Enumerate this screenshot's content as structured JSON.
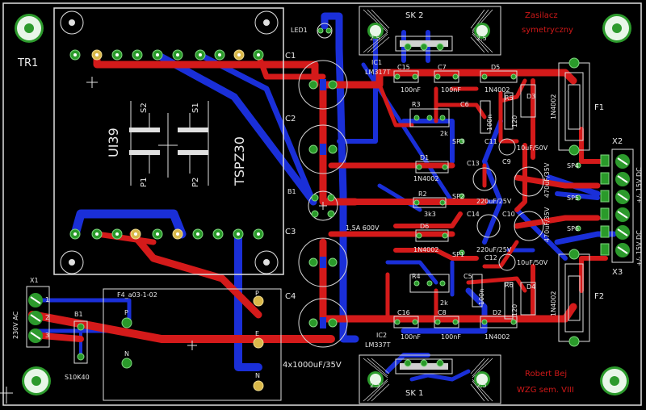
{
  "title": {
    "line1": "Zasilacz",
    "line2": "symetryczny"
  },
  "author": {
    "line1": "Robert Bej",
    "line2": "WZG sem. VIII"
  },
  "transformer": {
    "designator": "TR1",
    "core": "UI39",
    "model": "TSPZ30",
    "s1": "S1",
    "s2": "S2",
    "p1": "P1",
    "p2": "P2"
  },
  "heatsinks": {
    "top": "SK 2",
    "bottom": "SK 1",
    "hole": "2.5"
  },
  "led": "LED1",
  "capacitors_big": {
    "c1": "C1",
    "c2": "C2",
    "c3": "C3",
    "c4": "C4",
    "value": "4x1000uF/35V"
  },
  "bridge": {
    "designator": "B1",
    "value": "1,5A 600V"
  },
  "regulators": {
    "ic1": "IC1",
    "ic1_model": "LM317T",
    "ic2": "IC2",
    "ic2_model": "LM337T"
  },
  "small_parts": {
    "c15": "C15",
    "c7": "C7",
    "c16": "C16",
    "c8": "C8",
    "d5": "D5",
    "d2": "D2",
    "v100nf": "100nF",
    "v1n4002": "1N4002",
    "r3": "R3",
    "r4": "R4",
    "v2k": "2k",
    "c6": "C6",
    "c5": "C5",
    "v100n": "100n",
    "r5": "R5",
    "r6": "R6",
    "v120": "120",
    "d3": "D3",
    "d4": "D4",
    "c11": "C11",
    "c12": "C12",
    "v10uf": "10uF/50V",
    "c13": "C13",
    "c14": "C14",
    "v220uf": "220uF/25V",
    "c9": "C9",
    "c10": "C10",
    "v470uf": "470uF/35V",
    "d1": "D1",
    "d6": "D6",
    "r2": "R2",
    "v3k3": "3k3",
    "sp1": "SP1",
    "sp2": "SP2",
    "sp3": "SP3",
    "sp4": "SP4",
    "sp5": "SP5",
    "sp6": "SP6"
  },
  "fuses": {
    "f1": "F1",
    "f2": "F2"
  },
  "connectors": {
    "x1": "X1",
    "x1_label": "230V AC",
    "x2": "X2",
    "x3": "X3",
    "out_pos": "+/- 15V DC",
    "out_neg": "+/- 15V DC",
    "pin1": "1",
    "pin2": "2",
    "pin3": "3"
  },
  "switch": {
    "designator": "B1",
    "model": "S10K40",
    "p": "P",
    "n": "N",
    "ref": "F4_a03-1-02",
    "pp": "P",
    "e": "E",
    "nn": "N"
  }
}
